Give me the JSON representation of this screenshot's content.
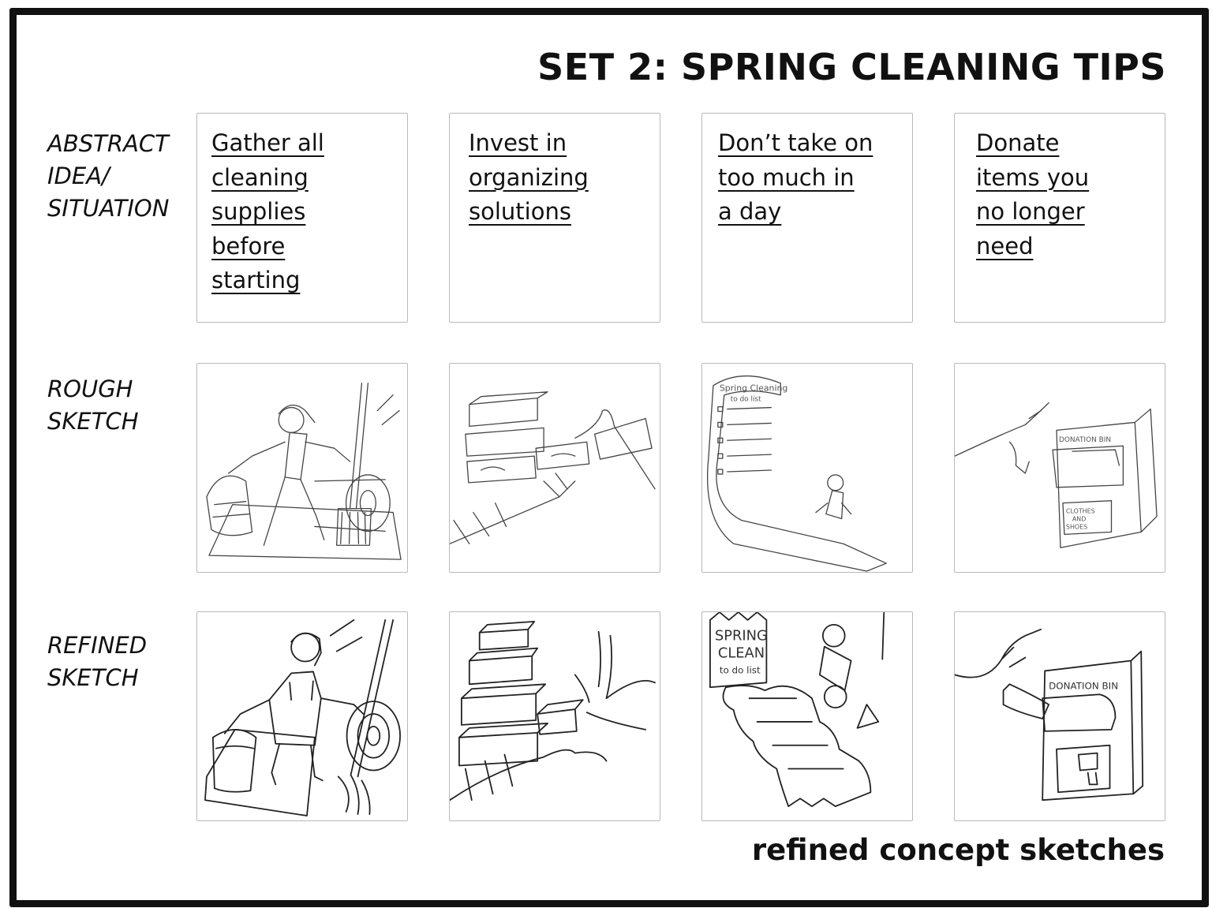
{
  "title": "SET 2: SPRING CLEANING TIPS",
  "footer": "refined concept sketches",
  "row_labels": {
    "abstract": [
      "ABSTRACT",
      "IDEA/",
      "SITUATION"
    ],
    "rough": [
      "ROUGH",
      "SKETCH"
    ],
    "refined": [
      "REFINED",
      "SKETCH"
    ]
  },
  "ideas": [
    {
      "lines": [
        "Gather all",
        "cleaning",
        "supplies",
        "before",
        "starting"
      ]
    },
    {
      "lines": [
        "Invest in",
        "organizing",
        "solutions"
      ]
    },
    {
      "lines": [
        "Don’t take on",
        "too much in",
        "a day"
      ]
    },
    {
      "lines": [
        "Donate",
        "items you",
        "no longer",
        "need"
      ]
    }
  ],
  "sketch_text": {
    "rough_todo": [
      "Spring Cleaning",
      "to do list"
    ],
    "rough_bin": "DONATION BIN",
    "rough_clothes": [
      "CLOTHES",
      "AND",
      "SHOES"
    ],
    "refined_todo": [
      "SPRING",
      "CLEAN",
      "to do list"
    ],
    "refined_bin": "DONATION BIN"
  }
}
